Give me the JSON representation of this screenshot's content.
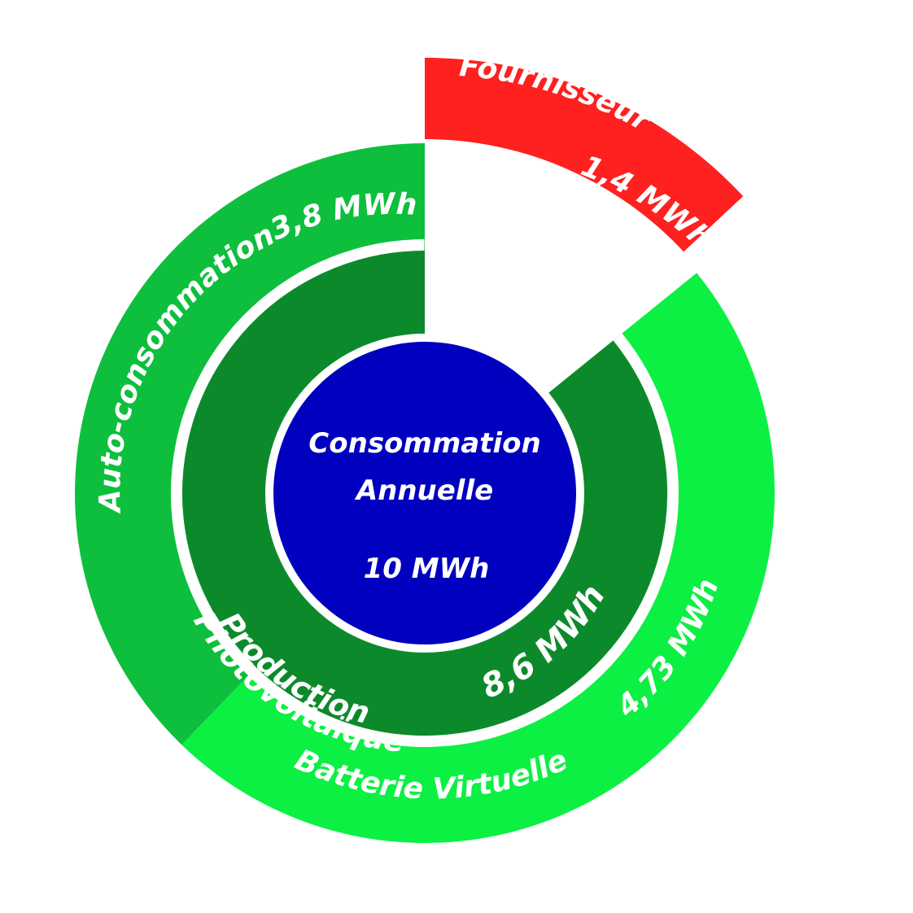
{
  "colors": {
    "center": "#0000BE",
    "production": "#0C8A2B",
    "auto_consommation": "#0DBF3D",
    "batterie": "#0CF044",
    "fournisseur": "#FF2020",
    "text": "#FFFFFF"
  },
  "center": {
    "line1": "Consommation",
    "line2": "Annuelle",
    "value": "10 MWh"
  },
  "production": {
    "line1": "Production",
    "line2": "Photovoltaïque",
    "value": "8,6 MWh"
  },
  "auto_consommation": {
    "label": "Auto-consommation",
    "value": "3,8 MWh"
  },
  "batterie": {
    "label": "Batterie Virtuelle",
    "value": "4,73 MWh"
  },
  "fournisseur": {
    "label": "Fournisseur",
    "value": "1,4 MWh"
  }
}
